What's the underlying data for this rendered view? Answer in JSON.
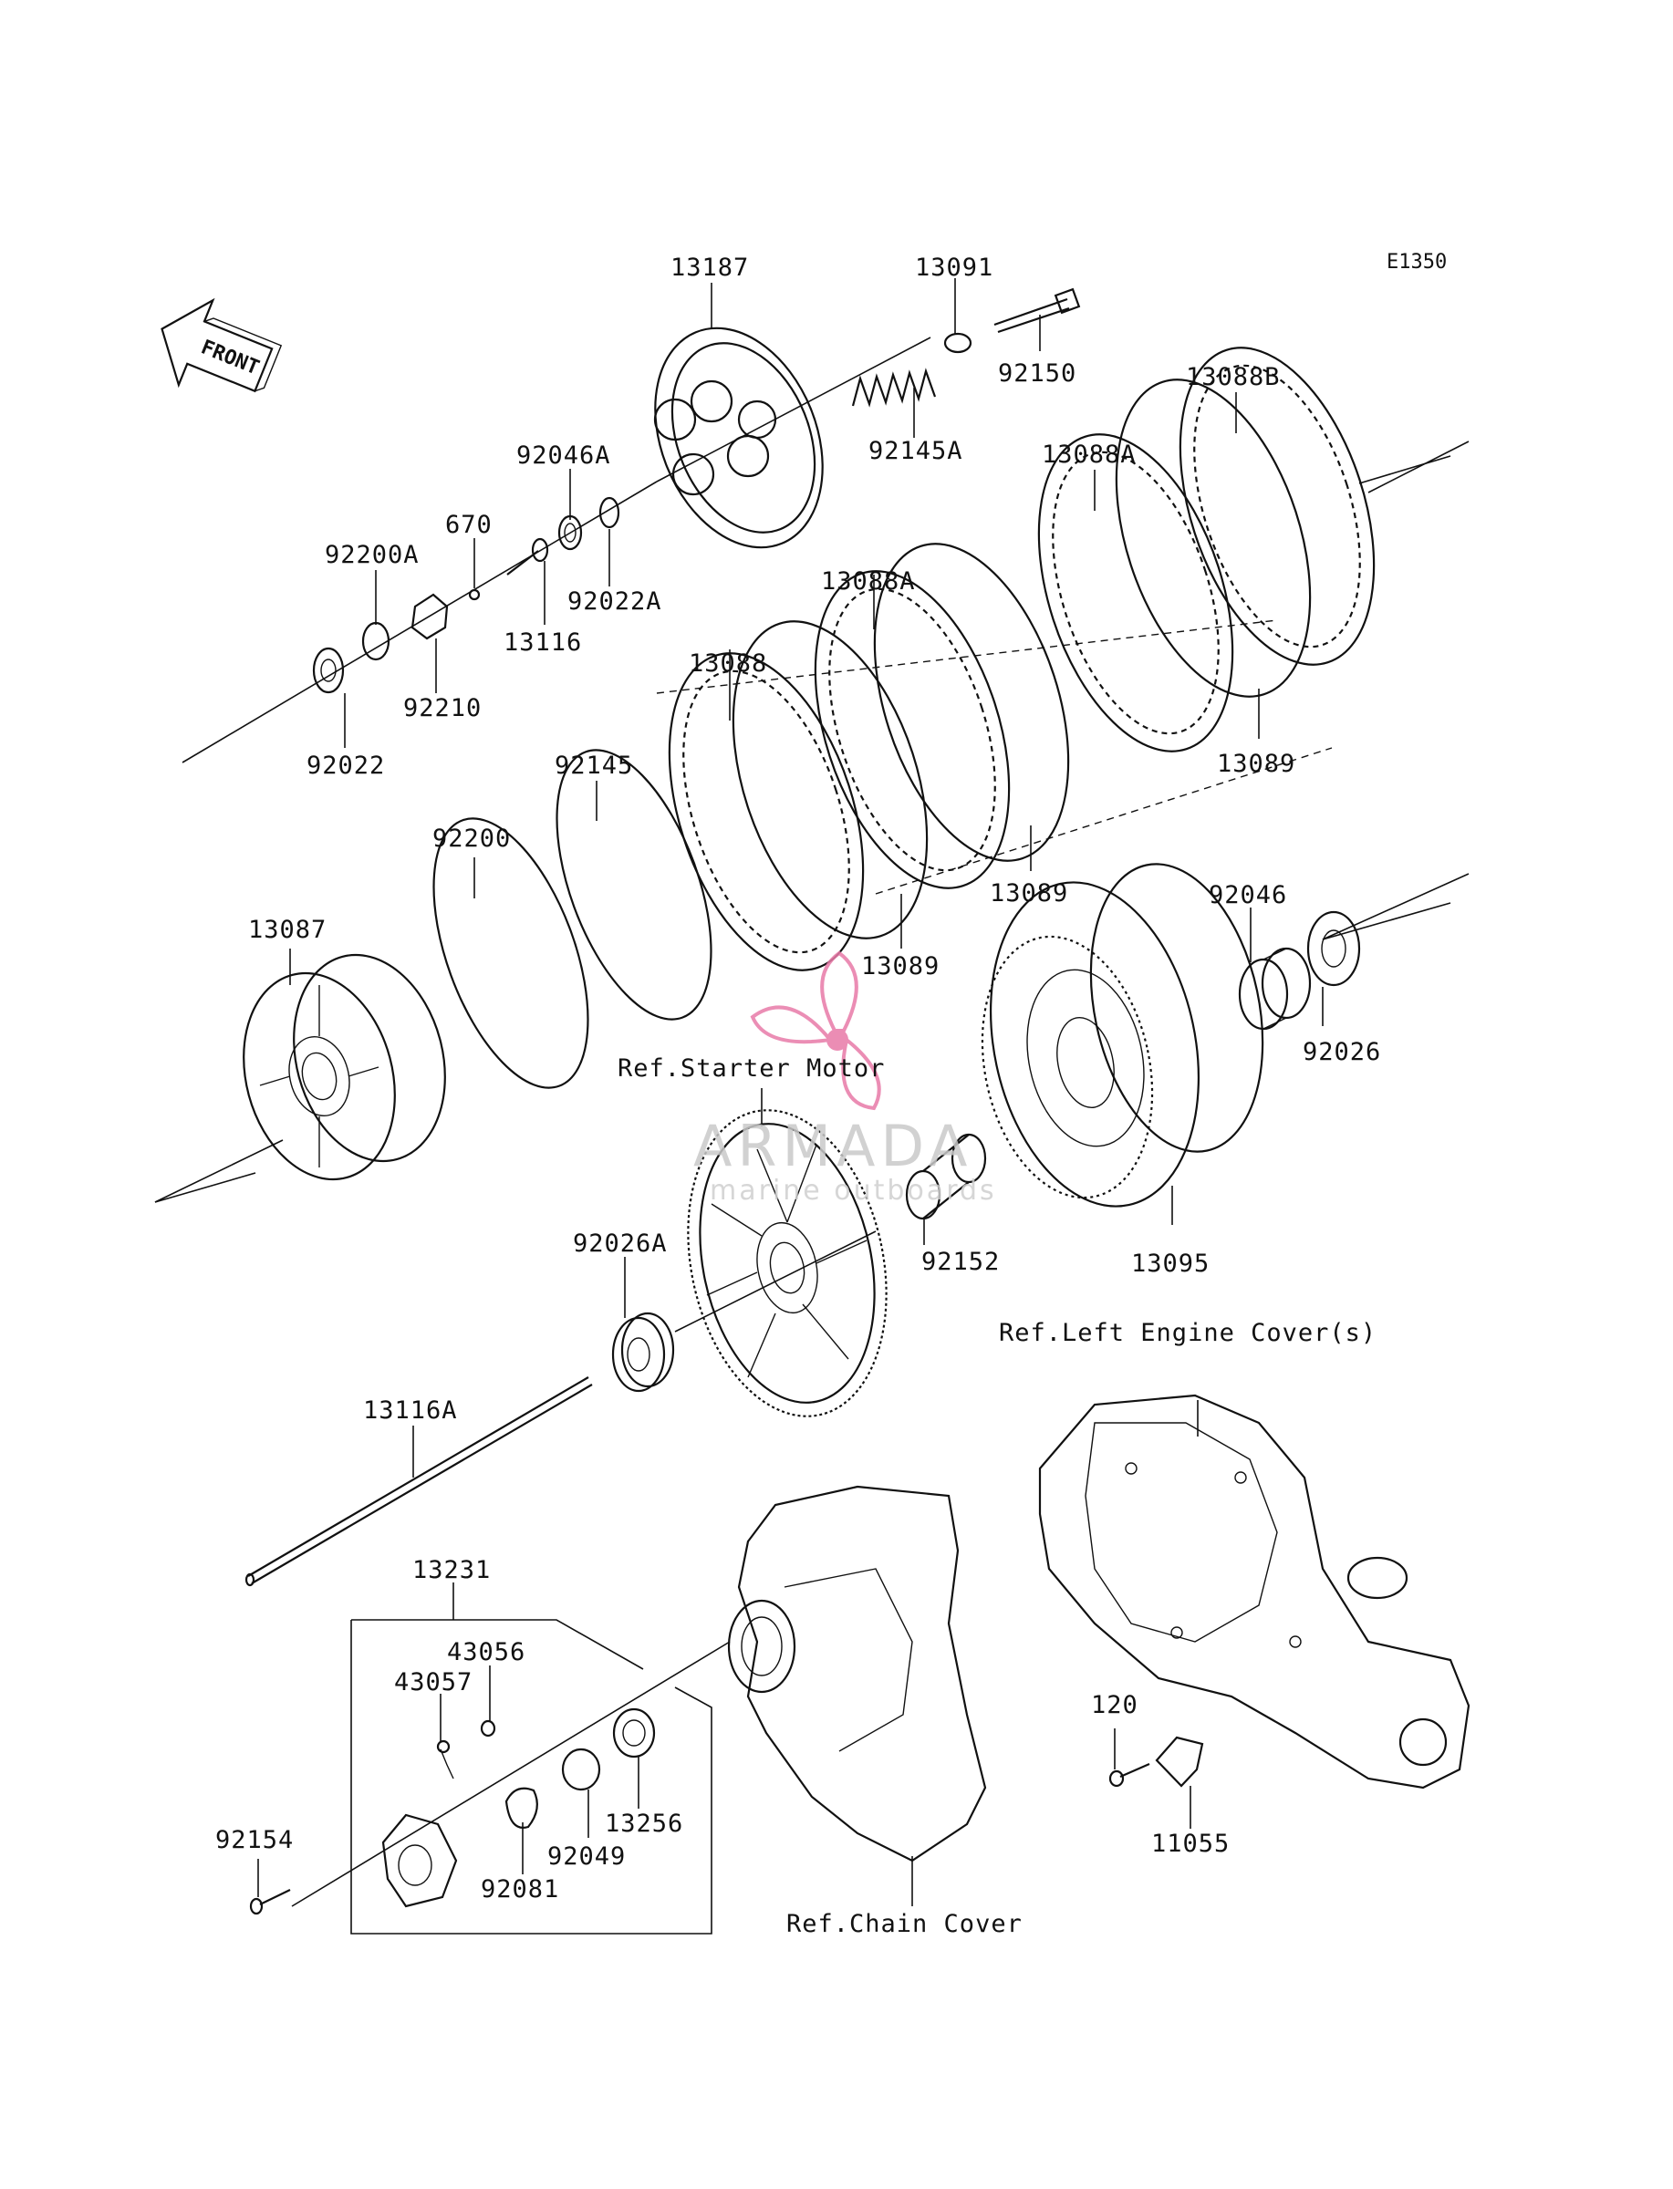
{
  "diagram_code": "E1350",
  "front_label": "FRONT",
  "watermark": {
    "brand": "ARMADA",
    "tagline": "marine outboards",
    "accent": "#e87aa8"
  },
  "parts": {
    "p13187": "13187",
    "p13091": "13091",
    "p92150": "92150",
    "p92145A": "92145A",
    "p13088B": "13088B",
    "p13088A_top": "13088A",
    "p92046A": "92046A",
    "p670": "670",
    "p92200A": "92200A",
    "p92022A": "92022A",
    "p13116": "13116",
    "p92210": "92210",
    "p92022": "92022",
    "p13088A_mid": "13088A",
    "p13088": "13088",
    "p13089_right": "13089",
    "p92145": "92145",
    "p92200": "92200",
    "p13089_mid": "13089",
    "p13089_low": "13089",
    "p92046": "92046",
    "p13087": "13087",
    "p92026": "92026",
    "p92152": "92152",
    "p13095": "13095",
    "p92026A": "92026A",
    "p13116A": "13116A",
    "p13231": "13231",
    "p43056": "43056",
    "p43057": "43057",
    "p92154": "92154",
    "p13256": "13256",
    "p92049": "92049",
    "p92081": "92081",
    "p120": "120",
    "p11055": "11055"
  },
  "refs": {
    "starter_motor": "Ref.Starter Motor",
    "left_engine_cover": "Ref.Left Engine Cover(s)",
    "chain_cover": "Ref.Chain Cover"
  }
}
